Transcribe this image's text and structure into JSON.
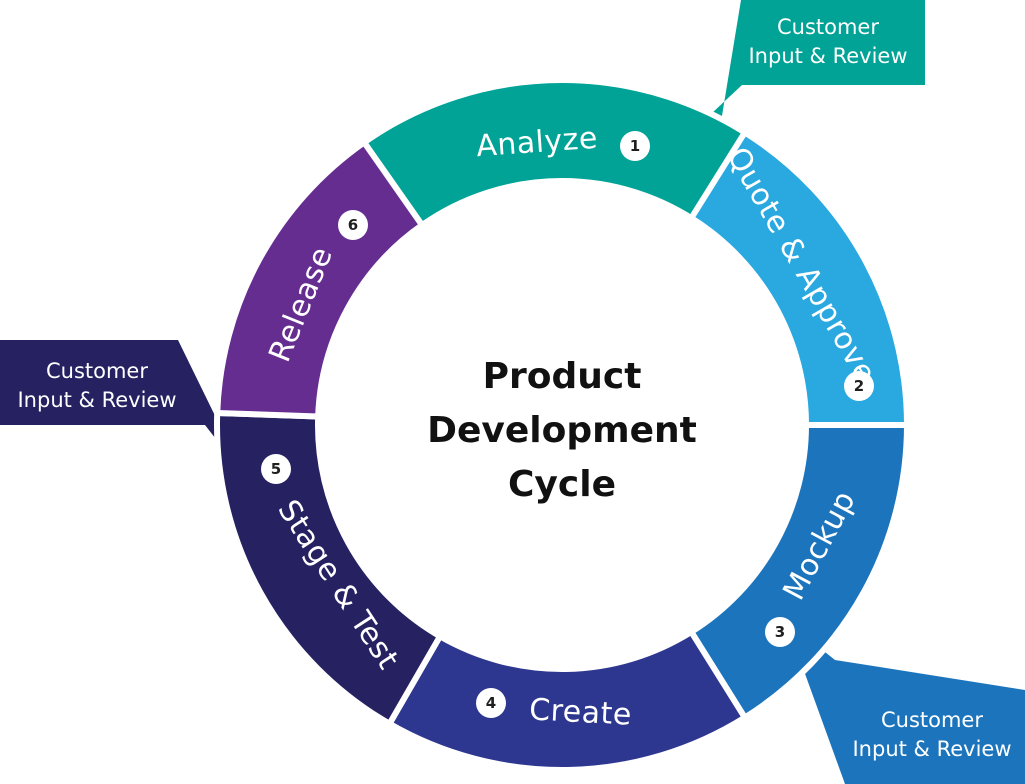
{
  "title_lines": [
    "Product",
    "Development",
    "Cycle"
  ],
  "steps": [
    {
      "number": "1",
      "label": "Analyze",
      "color": "#00A396"
    },
    {
      "number": "2",
      "label": "Quote & Approve",
      "color": "#2AA8E0"
    },
    {
      "number": "3",
      "label": "Mockup",
      "color": "#1C75BC"
    },
    {
      "number": "4",
      "label": "Create",
      "color": "#2E3790"
    },
    {
      "number": "5",
      "label": "Stage & Test",
      "color": "#262262"
    },
    {
      "number": "6",
      "label": "Release",
      "color": "#662D91"
    }
  ],
  "callouts": [
    {
      "line1": "Customer",
      "line2": "Input & Review",
      "color": "#00A396"
    },
    {
      "line1": "Customer",
      "line2": "Input & Review",
      "color": "#262262"
    },
    {
      "line1": "Customer",
      "line2": "Input & Review",
      "color": "#1C75BC"
    }
  ]
}
